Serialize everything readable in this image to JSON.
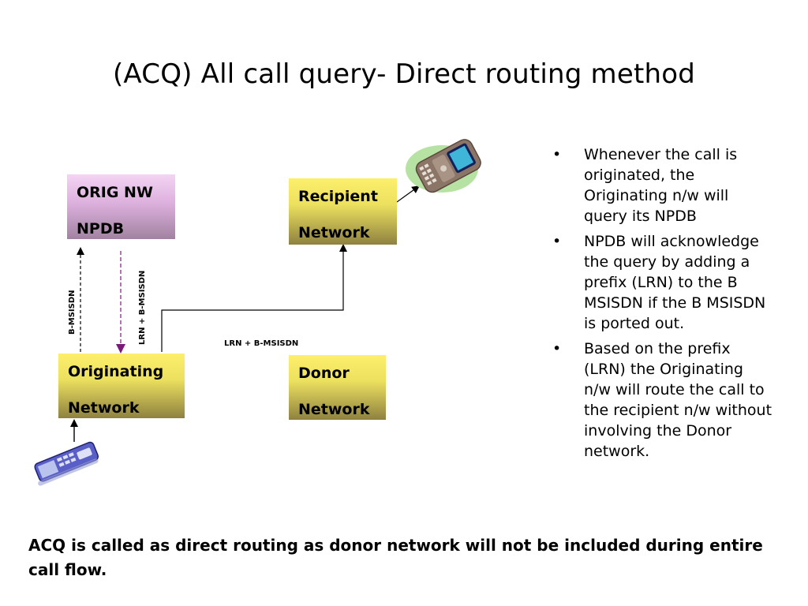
{
  "slide": {
    "title": "(ACQ) All call query- Direct routing method",
    "boxes": {
      "orig_npdb": {
        "line1": "ORIG NW",
        "line2": "NPDB"
      },
      "recipient": {
        "line1": "Recipient",
        "line2": "Network"
      },
      "originating": {
        "line1": "Originating",
        "line2": "Network"
      },
      "donor": {
        "line1": "Donor",
        "line2": "Network"
      }
    },
    "labels": {
      "b_msisdn": "B-MSISDN",
      "lrn_b_msisdn_vertical": "LRN + B-MSISDN",
      "lrn_b_msisdn_horizontal": "LRN + B-MSISDN"
    },
    "icons": {
      "recipient_phone": "mobile-phone-icon",
      "originating_phone": "mobile-phone-icon"
    },
    "colors": {
      "network_box": "#ece05f",
      "npdb_box": "#dcb0dc",
      "query_response_arrow": "#7b1a7b"
    },
    "bullets": [
      "Whenever the call is originated, the Originating n/w will query its NPDB",
      "NPDB will acknowledge the query by adding a prefix (LRN) to the B MSISDN if the B MSISDN is ported out.",
      "Based on the prefix (LRN) the Originating n/w will route the call to the recipient n/w without involving the Donor network."
    ],
    "bullet_symbol": "•",
    "footer": "ACQ is called as direct routing as donor network will not be included during entire call flow."
  }
}
